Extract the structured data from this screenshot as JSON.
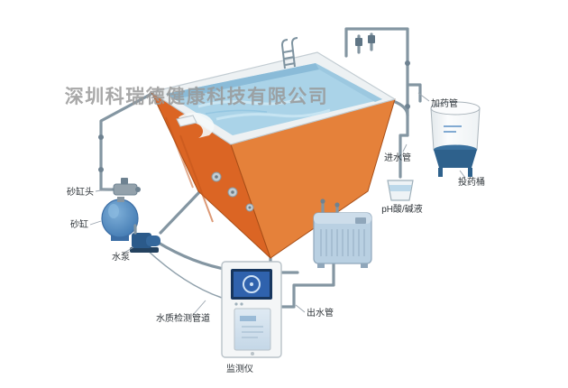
{
  "watermark": "深圳科瑞德健康科技有限公司",
  "labels": {
    "dosing_pipe": "加药管",
    "inlet_pipe": "进水管",
    "dosing_barrel": "投药桶",
    "ph_solution": "pH酸/碱液",
    "sand_filter_head": "砂缸头",
    "sand_filter": "砂缸",
    "water_pump": "水泵",
    "water_quality_pipe": "水质检测管道",
    "outlet_pipe": "出水管",
    "monitor": "监测仪"
  },
  "colors": {
    "pool_wall_left": "#db6524",
    "pool_wall_right": "#e5813a",
    "pool_rim": "#edf1f3",
    "water": "#aad3e8",
    "pipe": "#8496a2",
    "sand_tank": "#4d86c0",
    "equipment_box": "#b9d0e2",
    "barrel_base": "#2e618c",
    "monitor_screen": "#2f62ad",
    "watermark_gray": "#999999"
  }
}
